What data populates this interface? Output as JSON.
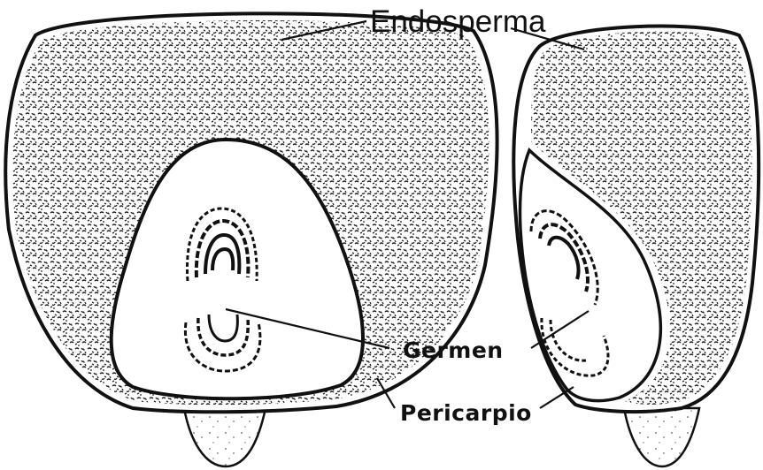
{
  "labels": {
    "endosperm": "Endosperma",
    "germ": "Germen",
    "pericarp": "Pericarpio"
  },
  "colors": {
    "ink": "#111111",
    "background": "#ffffff"
  }
}
